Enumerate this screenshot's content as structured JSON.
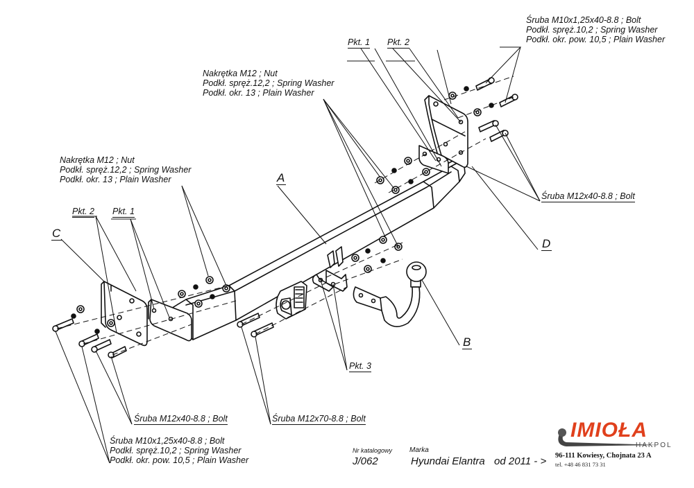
{
  "callouts": {
    "top_right_bolt": {
      "line1": "Śruba M10x1,25x40-8.8 ;  Bolt",
      "line2": "Podkł. spręż.10,2 ; Spring Washer",
      "line3": "Podkł. okr. pow. 10,5 ; Plain Washer"
    },
    "top_center_nut": {
      "line1": "Nakrętka  M12 ; Nut",
      "line2": "Podkł. spręż.12,2 ; Spring Washer",
      "line3": "Podkł. okr. 13 ; Plain Washer"
    },
    "left_nut": {
      "line1": "Nakrętka  M12 ; Nut",
      "line2": "Podkł. spręż.12,2 ; Spring Washer",
      "line3": "Podkł. okr. 13 ; Plain Washer"
    },
    "bottom_left_bolt": {
      "line1": "Śruba M10x1,25x40-8.8 ;  Bolt",
      "line2": "Podkł. spręż.10,2 ; Spring Washer",
      "line3": "Podkł. okr. pow. 10,5 ; Plain Washer"
    },
    "right_bolt_m12x40": "Śruba M12x40-8.8 ;  Bolt",
    "bottom_bolt_m12x40": "Śruba M12x40-8.8 ;  Bolt",
    "bottom_bolt_m12x70": "Śruba M12x70-8.8 ;  Bolt",
    "pkt_top_1": "Pkt. 1",
    "pkt_top_2": "Pkt. 2",
    "pkt_left_2": "Pkt. 2",
    "pkt_left_1": "Pkt. 1",
    "pkt_3": "Pkt. 3"
  },
  "part_letters": {
    "a": "A",
    "b": "B",
    "c": "C",
    "d": "D"
  },
  "title_block": {
    "catalog_label": "Nr katalogowy",
    "catalog_number": "J/062",
    "make_label": "Marka",
    "make_value": "Hyundai Elantra",
    "year_range": "od  2011 - >"
  },
  "company": {
    "logo_text": "IMIOŁA",
    "logo_sub": "HAKPOL",
    "address": "96-111 Kowiesy, Chojnata 23 A",
    "phone": "tel. +48 46 831 73 31"
  },
  "colors": {
    "brand": "#e0401c",
    "ink": "#111111"
  }
}
